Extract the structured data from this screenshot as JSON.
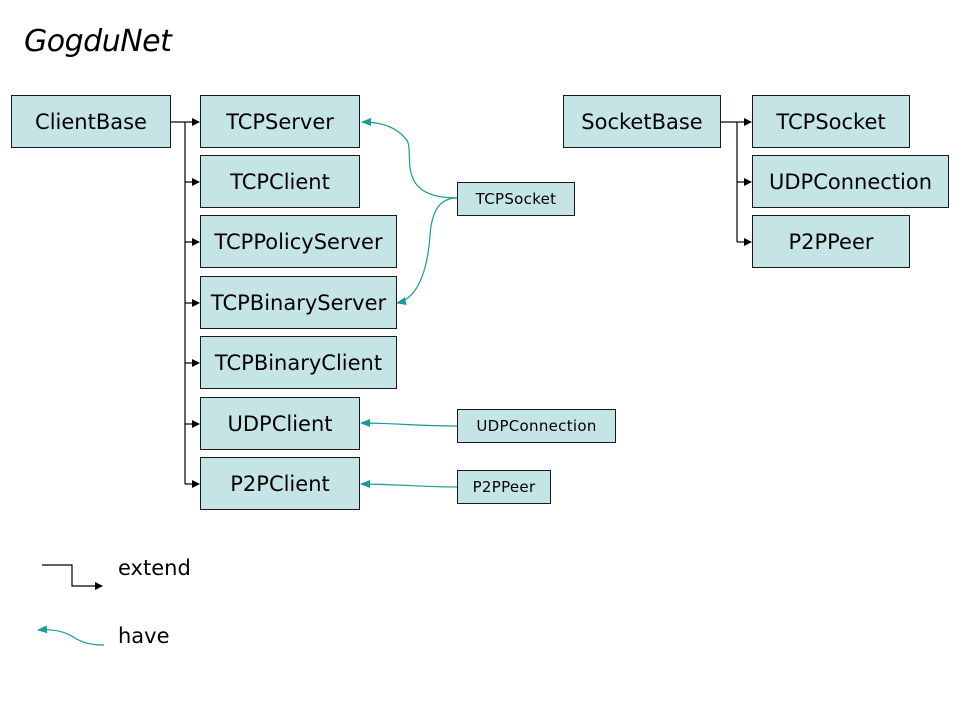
{
  "title": "GogduNet",
  "boxes": {
    "client_base": "ClientBase",
    "tcp_server": "TCPServer",
    "tcp_client": "TCPClient",
    "tcp_policy_server": "TCPPolicyServer",
    "tcp_binary_server": "TCPBinaryServer",
    "tcp_binary_client": "TCPBinaryClient",
    "udp_client": "UDPClient",
    "p2p_client": "P2PClient",
    "socket_base": "SocketBase",
    "tcp_socket": "TCPSocket",
    "udp_connection": "UDPConnection",
    "p2p_peer": "P2PPeer"
  },
  "tags": {
    "tcp_socket": "TCPSocket",
    "udp_connection": "UDPConnection",
    "p2p_peer": "P2PPeer"
  },
  "legend": {
    "extend": "extend",
    "have": "have"
  },
  "colors": {
    "box_fill": "#c4e4e6",
    "have_arrow": "#1a9a9a",
    "extend_arrow": "#000000"
  }
}
